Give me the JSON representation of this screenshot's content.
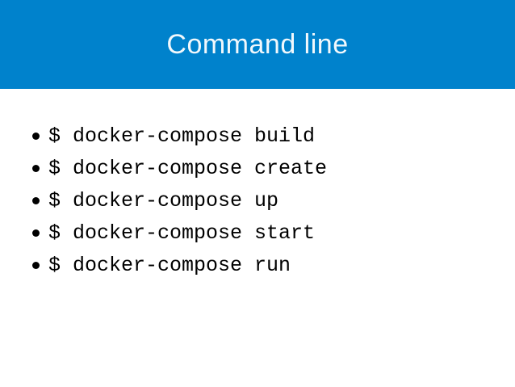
{
  "slide": {
    "title": "Command line",
    "bullets": [
      {
        "text": "$ docker-compose build"
      },
      {
        "text": "$ docker-compose create"
      },
      {
        "text": "$ docker-compose up"
      },
      {
        "text": "$ docker-compose start"
      },
      {
        "text": "$ docker-compose run"
      }
    ],
    "colors": {
      "header_bg": "#0082cc",
      "title_text": "#f1f8fc",
      "body_bg": "#ffffff",
      "bullet_text": "#000000"
    }
  }
}
